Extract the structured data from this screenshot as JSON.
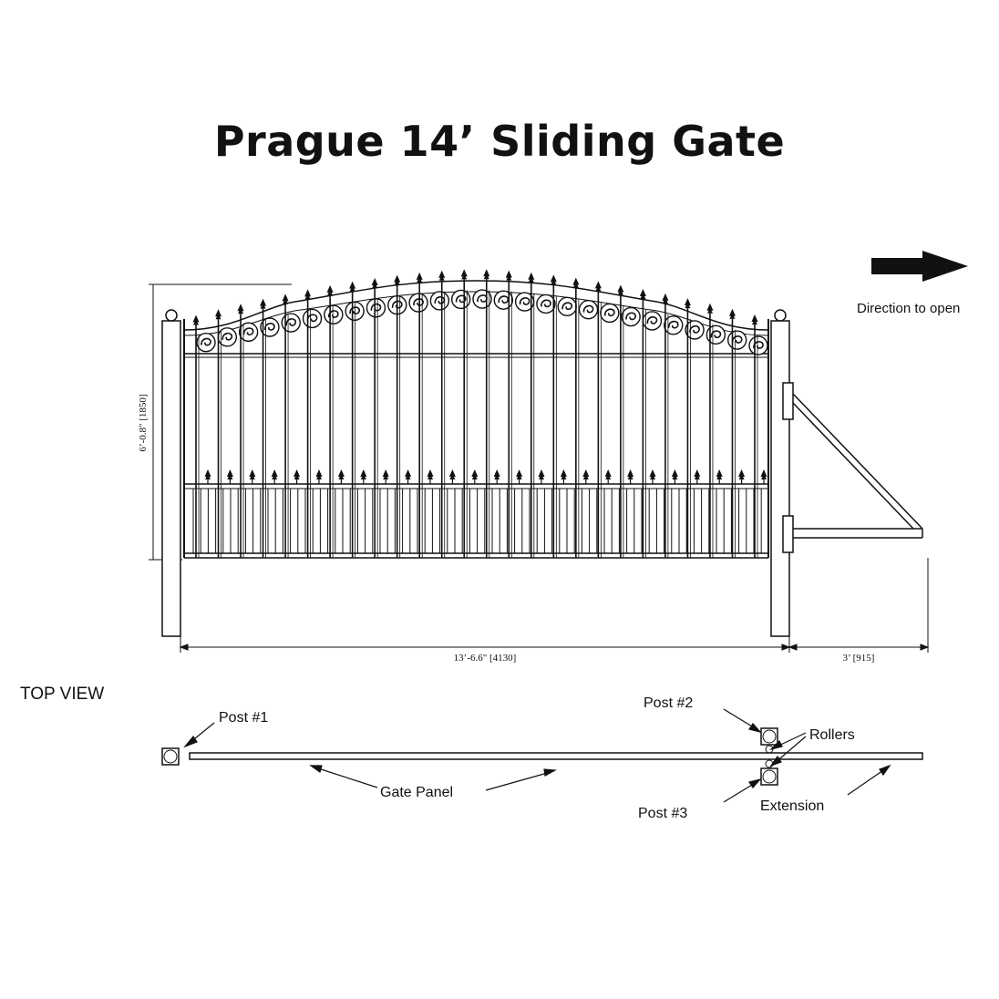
{
  "title": "Prague 14’ Sliding Gate",
  "direction_label": "Direction to open",
  "height_dim": "6’-0.8\" [1850]",
  "width_dim": "13’-6.6\" [4130]",
  "extension_dim": "3’ [915]",
  "top_view": {
    "heading": "TOP VIEW",
    "post1": "Post #1",
    "post2": "Post #2",
    "post3": "Post #3",
    "rollers": "Rollers",
    "gate_panel": "Gate Panel",
    "extension": "Extension"
  },
  "colors": {
    "ink": "#111111",
    "background": "#ffffff"
  }
}
